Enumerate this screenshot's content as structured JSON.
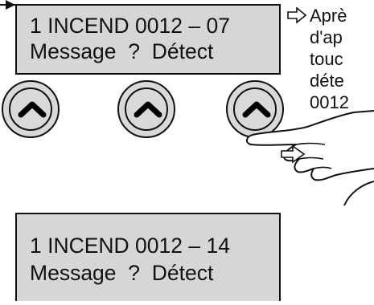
{
  "display_top": {
    "line1": "1 INCEND 0012 – 07",
    "line2": "Message  ?  Détect"
  },
  "display_bottom": {
    "line1": "1 INCEND 0012 – 14",
    "line2": "Message  ?  Détect"
  },
  "instruction_text": "Aprè\nd'ap\ntouc\ndéte\n0012",
  "buttons": [
    {
      "icon": "chevron-up-icon"
    },
    {
      "icon": "chevron-up-icon"
    },
    {
      "icon": "chevron-up-icon"
    }
  ],
  "colors": {
    "lcd_background": "#d6d6d6",
    "button_fill": "#d9d9d9",
    "ink": "#111111"
  }
}
